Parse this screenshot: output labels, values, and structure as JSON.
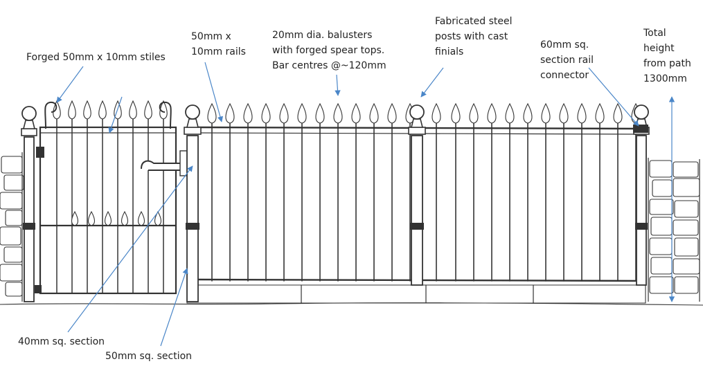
{
  "labels": {
    "stiles": [
      "Forged 50mm x 10mm stiles"
    ],
    "rails": [
      "50mm x",
      "10mm rails"
    ],
    "balusters": [
      "20mm dia. balusters",
      "with forged spear tops.",
      "Bar centres @~120mm"
    ],
    "posts": [
      "Fabricated steel",
      "posts with cast",
      "finials"
    ],
    "connector": [
      "60mm sq.",
      "section rail",
      "connector"
    ],
    "height": [
      "Total",
      "height",
      "from path",
      "1300mm"
    ],
    "sq40": [
      "40mm sq. section"
    ],
    "sq50": [
      "50mm sq. section"
    ]
  },
  "colors": {
    "ink": "#333333",
    "arrow": "#4a86c8",
    "text": "#222222"
  }
}
